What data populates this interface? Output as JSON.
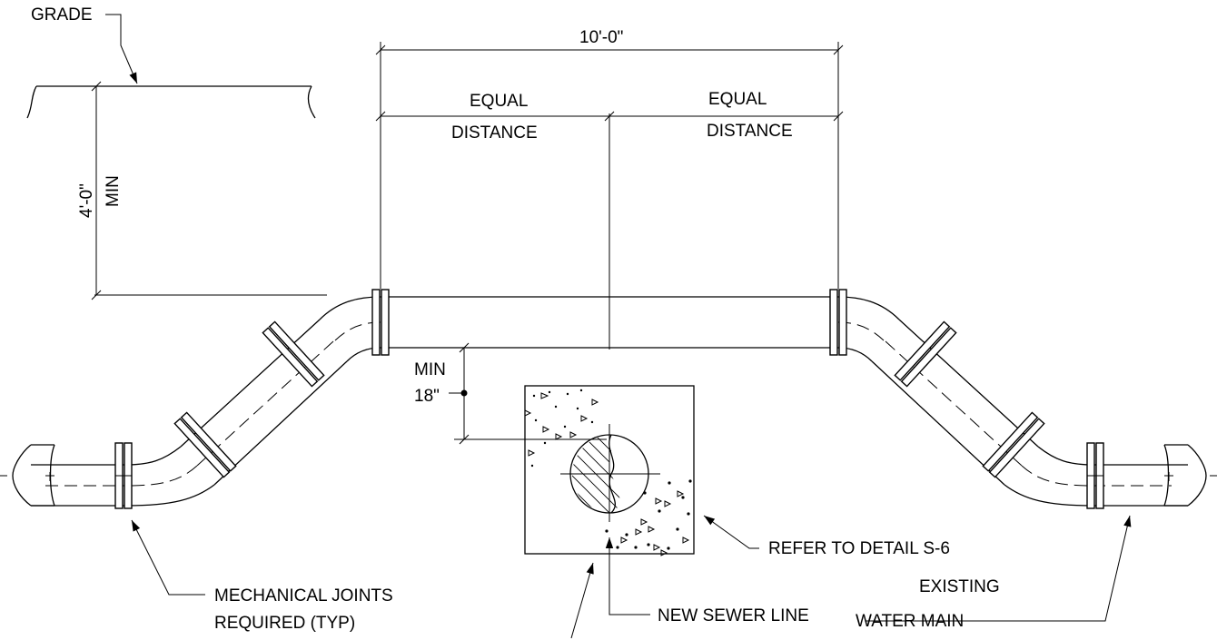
{
  "labels": {
    "grade": "GRADE",
    "overall_dim": "10'-0\"",
    "equal_left_1": "EQUAL",
    "equal_left_2": "DISTANCE",
    "equal_right_1": "EQUAL",
    "equal_right_2": "DISTANCE",
    "cover_dim": "4'-0\"",
    "cover_min": "MIN",
    "sep_min": "MIN",
    "sep_dim": "18\"",
    "mech_joints_1": "MECHANICAL JOINTS",
    "mech_joints_2": "REQUIRED (TYP)",
    "refer_detail": "REFER TO DETAIL S-6",
    "new_sewer": "NEW SEWER LINE",
    "existing_1": "EXISTING",
    "existing_2": "WATER  MAIN"
  },
  "colors": {
    "ink": "#000000",
    "paper": "#ffffff"
  }
}
